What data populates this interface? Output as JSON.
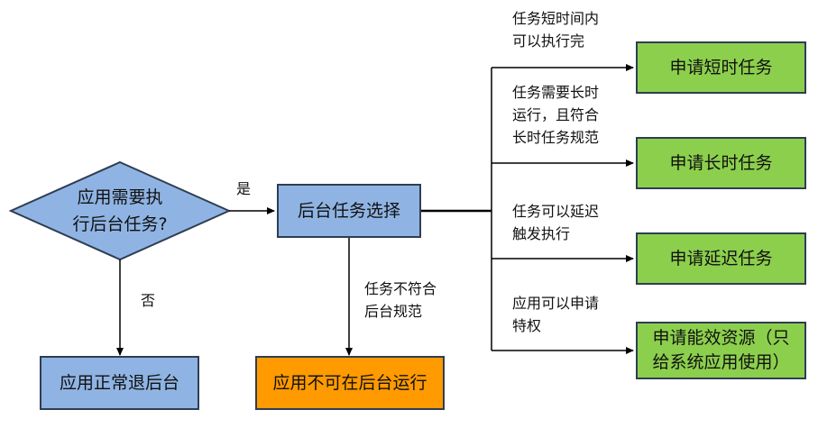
{
  "nodes": {
    "decision": "应用需要执\n行后台任务?",
    "bg_select": "后台任务选择",
    "normal_exit": "应用正常退后台",
    "not_allowed": "应用不可在后台运行",
    "short_task": "申请短时任务",
    "long_task": "申请长时任务",
    "deferred_task": "申请延迟任务",
    "efficiency": "申请能效资源（只\n给系统应用使用）"
  },
  "edges": {
    "yes": "是",
    "no": "否",
    "not_compliant": "任务不符合\n后台规范",
    "short_cond": "任务短时间内\n可以执行完",
    "long_cond": "任务需要长时\n运行，且符合\n长时任务规范",
    "deferred_cond": "任务可以延迟\n触发执行",
    "privilege_cond": "应用可以申请\n特权"
  },
  "colors": {
    "blue": "#8fb4e3",
    "green": "#8ccf4d",
    "orange": "#ff9a00",
    "border": "#2f3d52"
  }
}
